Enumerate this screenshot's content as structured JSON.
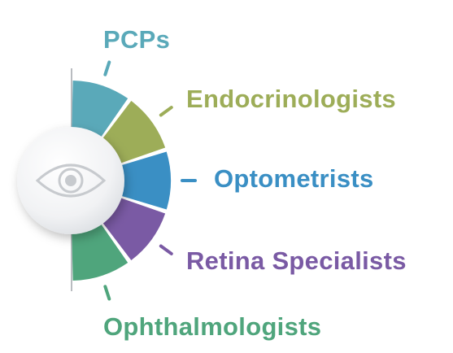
{
  "center_icon": "eye-icon",
  "segments": [
    {
      "label": "PCPs",
      "color": "#5aa9b9"
    },
    {
      "label": "Endocrinologists",
      "color": "#9dad58"
    },
    {
      "label": "Optometrists",
      "color": "#3a8fc4"
    },
    {
      "label": "Retina Specialists",
      "color": "#7a5aa4"
    },
    {
      "label": "Ophthalmologists",
      "color": "#4fa57c"
    }
  ]
}
